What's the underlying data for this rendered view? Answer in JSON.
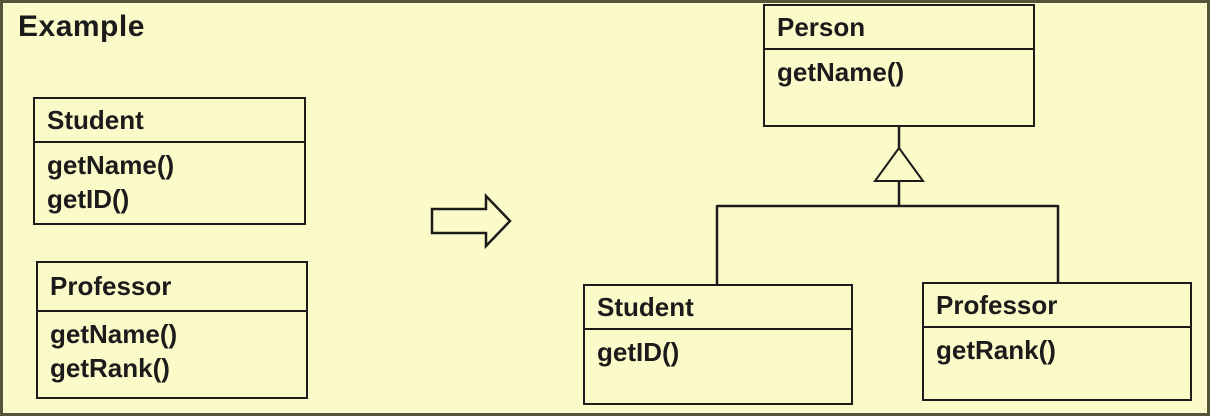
{
  "page": {
    "title": "Example",
    "theme": {
      "background": "#fbfbca",
      "frame": "#55553a",
      "line": "#1c1c1c",
      "text": "#1b1b1b"
    }
  },
  "before_panel": {
    "classes": [
      {
        "name": "Student",
        "methods": [
          "getName()",
          "getID()"
        ]
      },
      {
        "name": "Professor",
        "methods": [
          "getName()",
          "getRank()"
        ]
      }
    ]
  },
  "arrow": {
    "icon": "right-block-arrow"
  },
  "after_panel": {
    "relationship": "generalization",
    "parent": {
      "name": "Person",
      "methods": [
        "getName()"
      ]
    },
    "children": [
      {
        "name": "Student",
        "methods": [
          "getID()"
        ]
      },
      {
        "name": "Professor",
        "methods": [
          "getRank()"
        ]
      }
    ]
  }
}
